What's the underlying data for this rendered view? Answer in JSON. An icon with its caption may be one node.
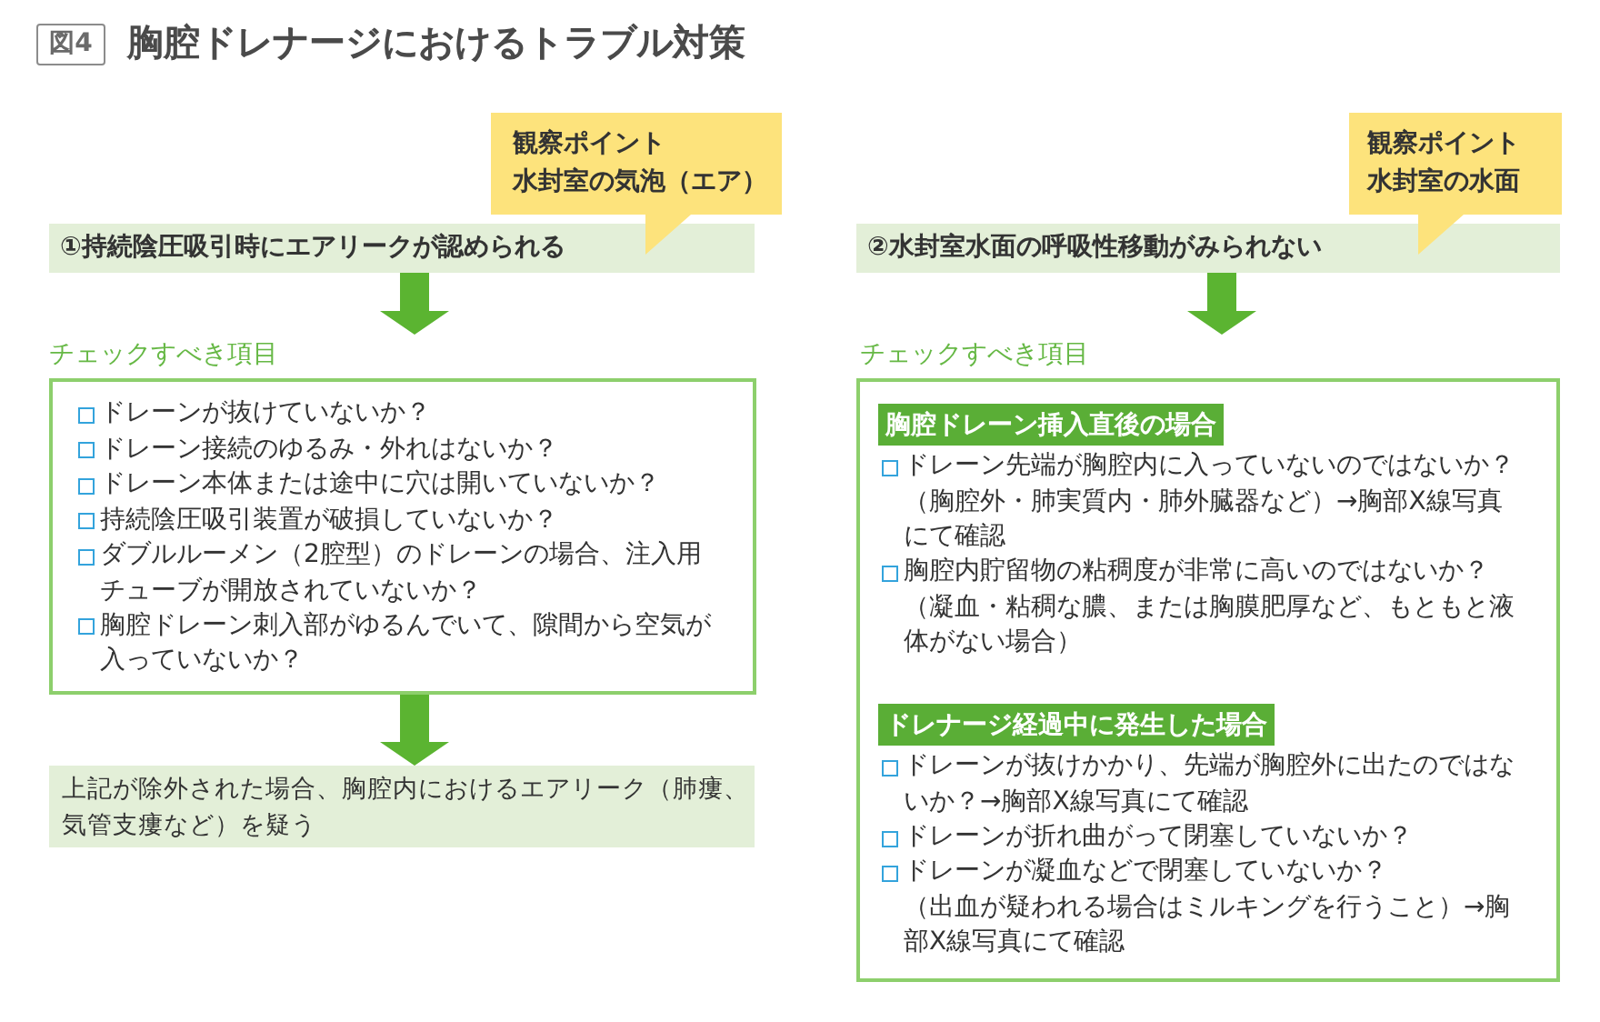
{
  "diagram": {
    "title": "胸腔ドレナージにおけるトラブル対策",
    "nodes": [
      {
        "text": [
          "観察ポイント",
          "水封室の気泡（エア）"
        ]
      },
      {
        "text": [
          "①持続陰圧吸引時にエアリークが認められる"
        ]
      },
      {
        "text": [
          "チェックすべき項目",
          "ドレーンが抜けていないか？",
          "ドレーン接続のゆるみ・外れはないか？",
          "ドレーン本体または途中に穴は開いていないか？",
          "持続陰圧吸引装置が破損していないか？",
          "ダブルルーメン（2腔型）のドレーンの場合、注入用チューブが開放されていないか？",
          "胸腔ドレーン刺入部がゆるんでいて、隙間から空気が入っていないか？"
        ]
      },
      {
        "text": [
          "上記が除外された場合、胸腔内におけるエアリーク（肺瘻、気管支瘻など）を疑う"
        ]
      },
      {
        "text": [
          "観察ポイント",
          "水封室の水面"
        ]
      },
      {
        "text": [
          "②水封室水面の呼吸性移動がみられない"
        ]
      },
      {
        "text": [
          "チェックすべき項目",
          "ドレーン先端が胸腔内に入っていないのではないか？",
          "（胸腔外・肺実質内・肺外臓器など）→胸部X線写真にて確認",
          "胸腔内貯留物の粘稠度が非常に高いのではないか？",
          "（凝血・粘稠な膿、または胸膜肥厚など、もともと液体がない場合）",
          "ドレーンが抜けかかり、先端が胸腔外に出たのではないか？→胸部X線写真にて確認",
          "ドレーンが折れ曲がって閉塞していないか？",
          "ドレーンが凝血などで閉塞していないか？",
          "（出血が疑われる場合はミルキングを行うこと）→胸部X線写真にて確認"
        ]
      },
      {
        "text": [
          "胸腔ドレーン挿入直後の場合"
        ],
        "in": 6
      },
      {
        "text": [
          "ドレナージ経過中に発生した場合"
        ],
        "in": 6
      }
    ],
    "edges": [
      {
        "from": 1,
        "to": 2,
        "arrow": "to"
      },
      {
        "from": 2,
        "to": 3,
        "arrow": "to"
      },
      {
        "from": 5,
        "to": 6,
        "arrow": "to"
      }
    ],
    "labels": [
      "図4"
    ]
  }
}
